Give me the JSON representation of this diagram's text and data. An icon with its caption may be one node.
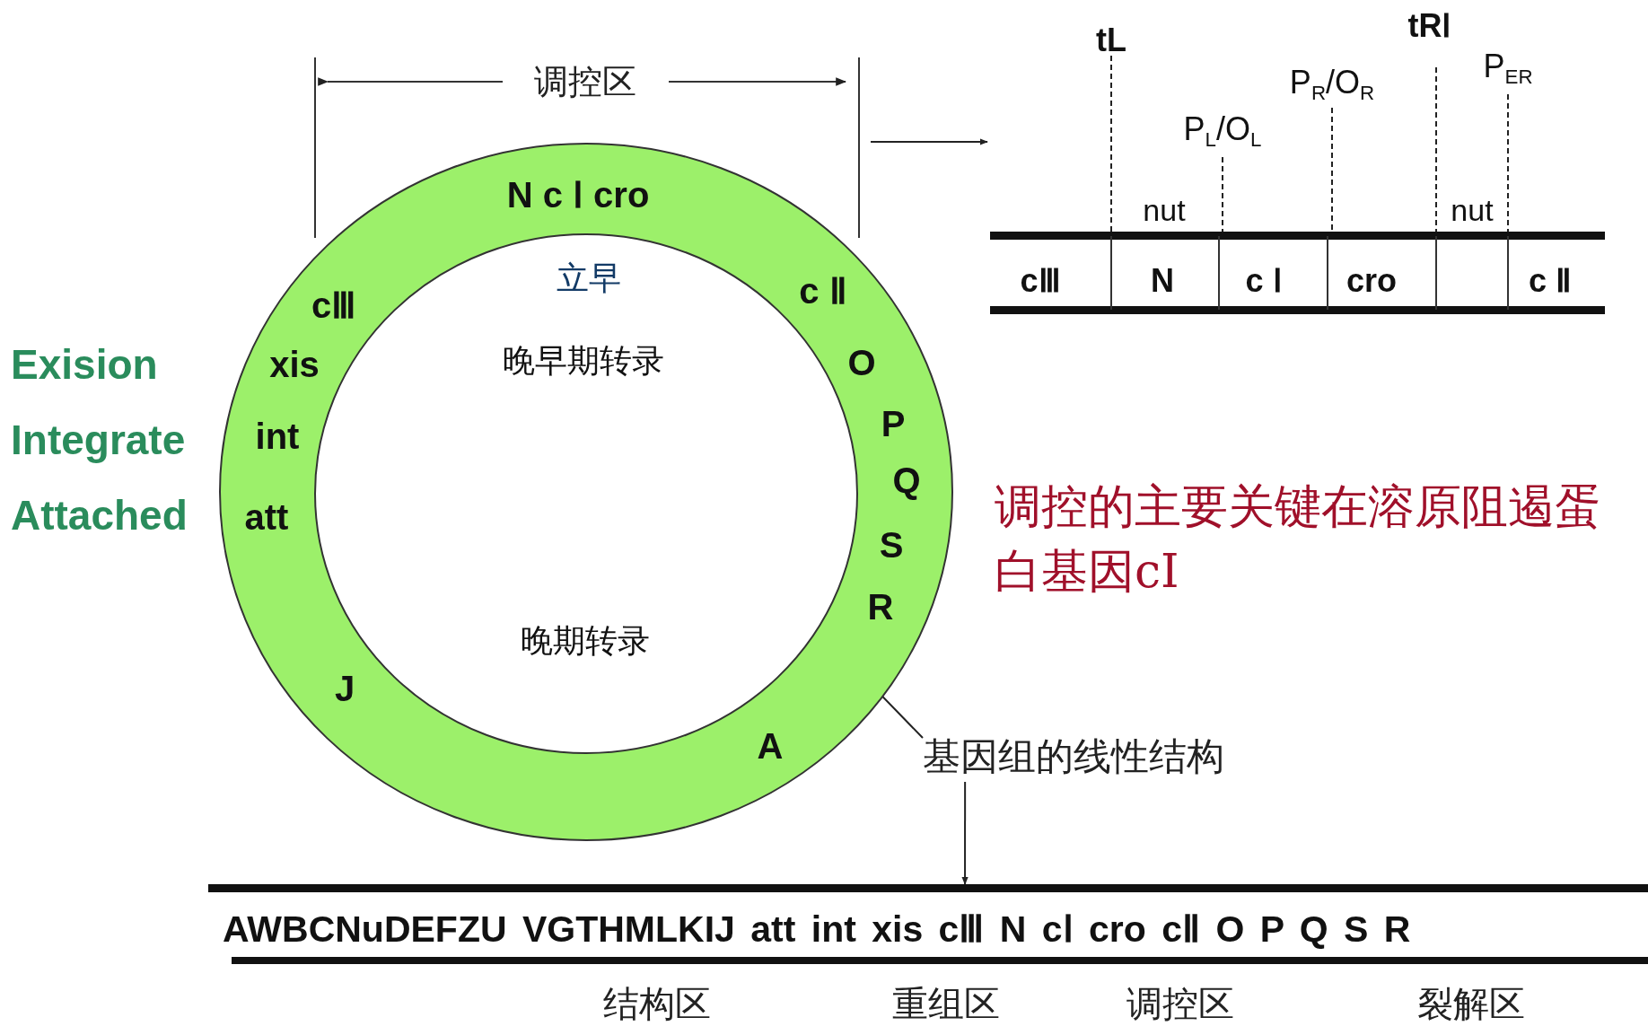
{
  "diagram": {
    "nodes": [
      {
        "text": [
          "N c Ⅰ cro",
          "立早",
          "cⅢ",
          "c Ⅱ",
          "xis",
          "晚早期转录",
          "O",
          "P",
          "int",
          "Q",
          "att",
          "S",
          "R",
          "晚期转录",
          "J",
          "A"
        ]
      },
      {
        "text": [
          "tL",
          "P$_{L}$/O$_{L}$",
          "P$_{R}$/O$_{R}$",
          "tRⅠ",
          "P$_{ER}$",
          "nut",
          "nut",
          "cⅢ",
          "N",
          "c Ⅰ",
          "cro",
          "c Ⅱ"
        ]
      },
      {
        "text": [
          "基因组的线性结构"
        ]
      },
      {
        "text": [
          "AWBCNuDEFZU VGTHMLKIJ att int xis cⅢ N cⅠ cro cⅡ O P Q S R"
        ]
      }
    ],
    "edges": [
      {
        "from": 0,
        "to": 1,
        "arrow": "to"
      },
      {
        "from": 2,
        "to": 0,
        "arrow": "none"
      },
      {
        "from": 2,
        "to": 3,
        "arrow": "to"
      }
    ],
    "labels": [
      "调控区",
      "Exision",
      "Integrate",
      "Attached",
      "调控的主要关键在溶原阻遏蛋白基因cI",
      "结构区",
      "重组区",
      "调控区",
      "裂解区"
    ]
  }
}
